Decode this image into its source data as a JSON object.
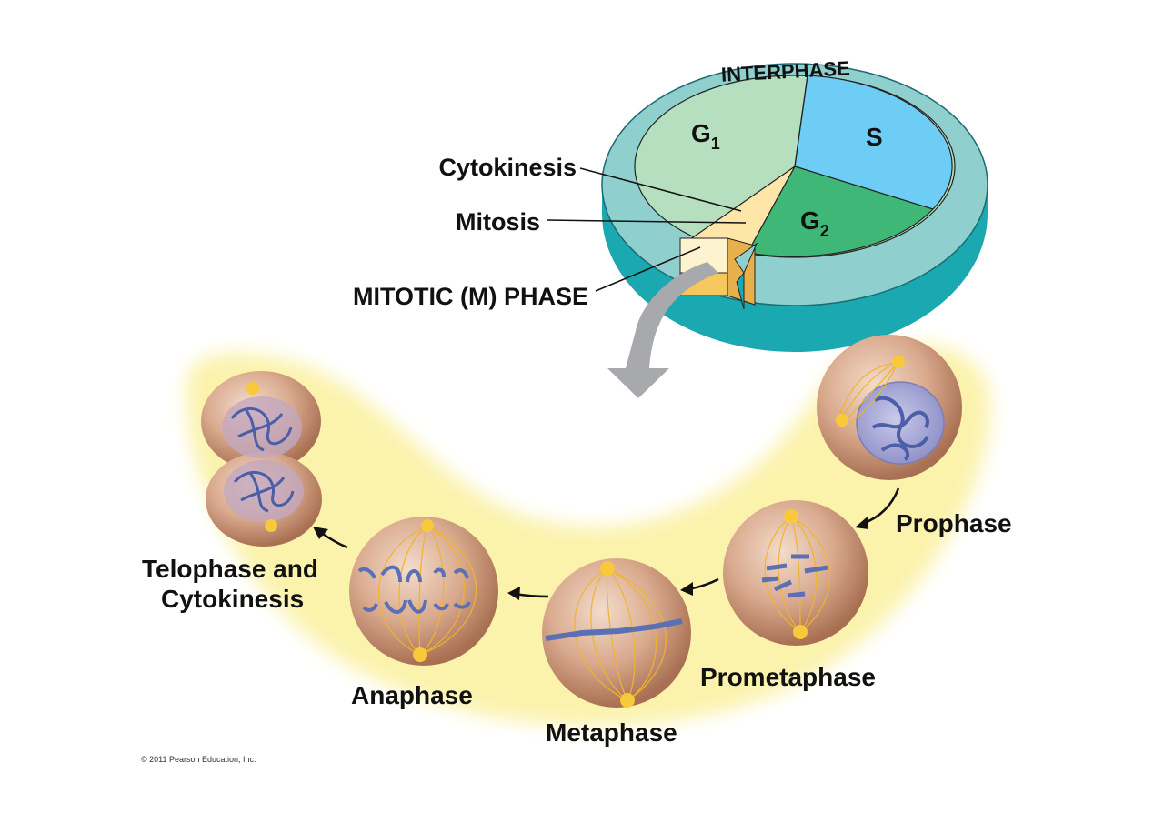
{
  "cycle": {
    "ring_label": "INTERPHASE",
    "segments": [
      {
        "main": "G",
        "sub": "1"
      },
      {
        "main": "S",
        "sub": ""
      },
      {
        "main": "G",
        "sub": "2"
      }
    ],
    "callouts": [
      "Cytokinesis",
      "Mitosis",
      "MITOTIC (M) PHASE"
    ]
  },
  "stages": {
    "prophase": "Prophase",
    "prometaphase": "Prometaphase",
    "metaphase": "Metaphase",
    "anaphase": "Anaphase",
    "telophase_line1": "Telophase and",
    "telophase_line2": "Cytokinesis"
  },
  "copyright": "© 2011 Pearson Education, Inc.",
  "colors": {
    "ring": "#8fd0cf",
    "ring_side": "#1aa9b0",
    "g1": "#b5dfbe",
    "s": "#6ecdf5",
    "g2": "#3fb877",
    "m_phase": "#fde6a8",
    "band": "#fbf2a8",
    "cell": "#d7a68a",
    "spindle": "#f0b42c",
    "chromosome": "#5b6fb5"
  }
}
